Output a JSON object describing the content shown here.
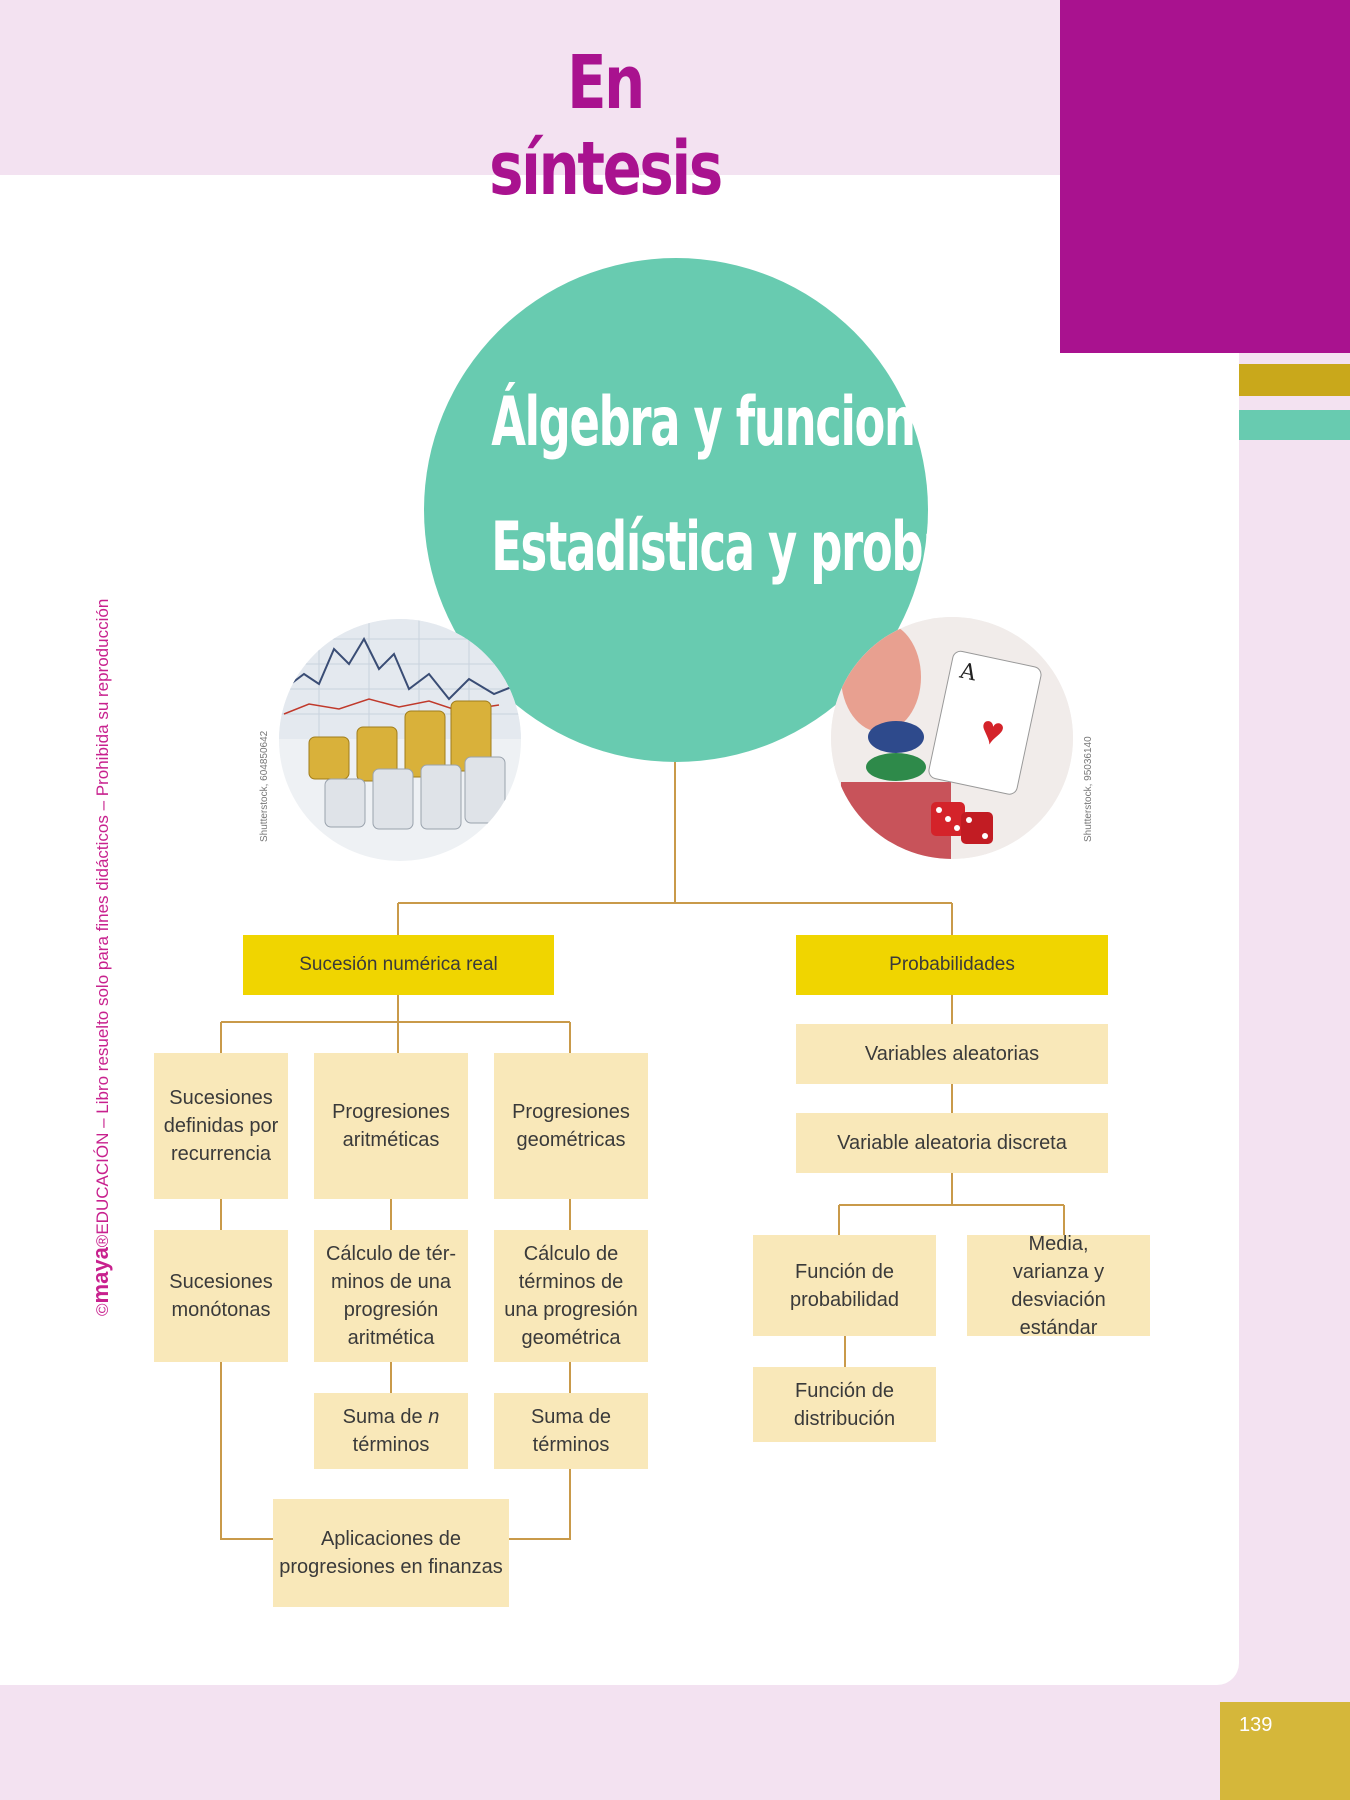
{
  "header": {
    "title": "En síntesis"
  },
  "center": {
    "line1": "Álgebra y funciones",
    "line2": "Estadística y probabilidad"
  },
  "photos": {
    "left_credit": "Shutterstock, 604850642",
    "right_credit": "Shutterstock, 95036140"
  },
  "side_note": {
    "copyright": "©",
    "brand": "maya",
    "registered": "®",
    "text": "EDUCACIÓN – Libro resuelto solo para fines didácticos – Prohibida su reproducción"
  },
  "left_branch": {
    "head": "Sucesión numérica real",
    "col1_top": "Sucesiones definidas por recurrencia",
    "col1_mid": "Sucesiones monótonas",
    "col2_top": "Progresiones aritméticas",
    "col2_mid": "Cálculo de tér-minos de una progresión aritmética",
    "col2_sum_prefix": "Suma de",
    "col2_sum_var": "n",
    "col2_sum_suffix": "términos",
    "col3_top": "Progresiones geométricas",
    "col3_mid": "Cálculo de términos de una progresión geométrica",
    "col3_sum": "Suma de términos",
    "bottom": "Aplicaciones de progresiones en finanzas"
  },
  "right_branch": {
    "head": "Probabilidades",
    "level1": "Variables aleatorias",
    "level2": "Variable aleatoria discreta",
    "left_child": "Función de probabilidad",
    "right_child": "Media, varianza y desviación estándar",
    "bottom": "Función de distribución"
  },
  "footer": {
    "page_number": "139"
  },
  "colors": {
    "magenta": "#a9128f",
    "teal": "#68cbb0",
    "gold": "#c9a81b",
    "yellow_head": "#f0d500",
    "pale_box": "#f9e8b9",
    "line": "#c99a4a"
  }
}
